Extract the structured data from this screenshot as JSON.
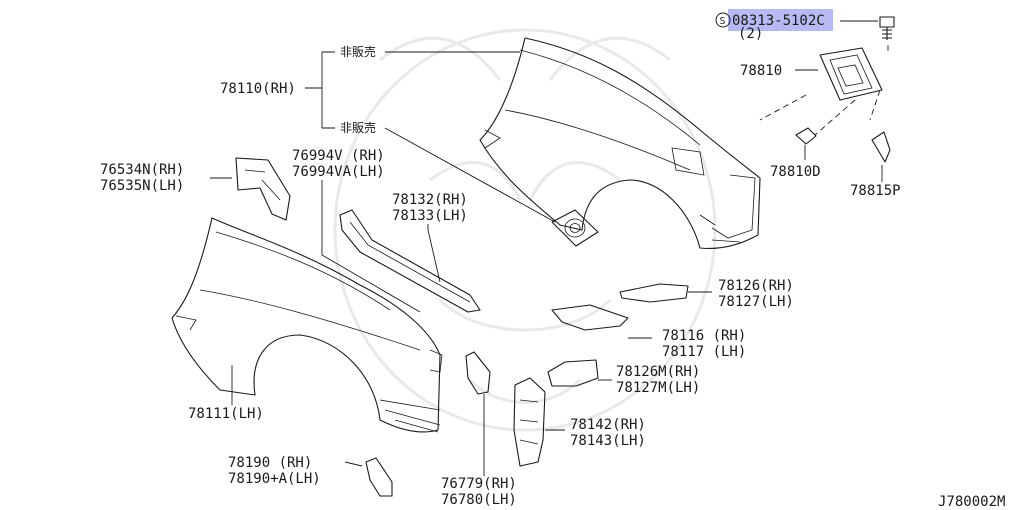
{
  "diagram": {
    "labels": {
      "bolt_part": "08313-5102C",
      "bolt_qty": "(2)",
      "p78810": "78810",
      "p78110": "78110(RH)",
      "not_sold_1": "非販売",
      "not_sold_2": "非販売",
      "p78810d": "78810D",
      "p78815p": "78815P",
      "p76534n": "76534N(RH)",
      "p76535n": "76535N(LH)",
      "p76994v": "76994V (RH)",
      "p76994va": "76994VA(LH)",
      "p78132": "78132(RH)",
      "p78133": "78133(LH)",
      "p78126": "78126(RH)",
      "p78127": "78127(LH)",
      "p78116": "78116 (RH)",
      "p78117": "78117 (LH)",
      "p78126m": "78126M(RH)",
      "p78127m": "78127M(LH)",
      "p78111": "78111(LH)",
      "p78142": "78142(RH)",
      "p78143": "78143(LH)",
      "p78190": "78190  (RH)",
      "p78190a": "78190+A(LH)",
      "p76779": "76779(RH)",
      "p76780": "76780(LH)",
      "diagram_code": "J780002M"
    },
    "colors": {
      "highlight": "#b7b9f2",
      "ink": "#1a1a1a",
      "watermark": "#e9e9e9"
    }
  }
}
